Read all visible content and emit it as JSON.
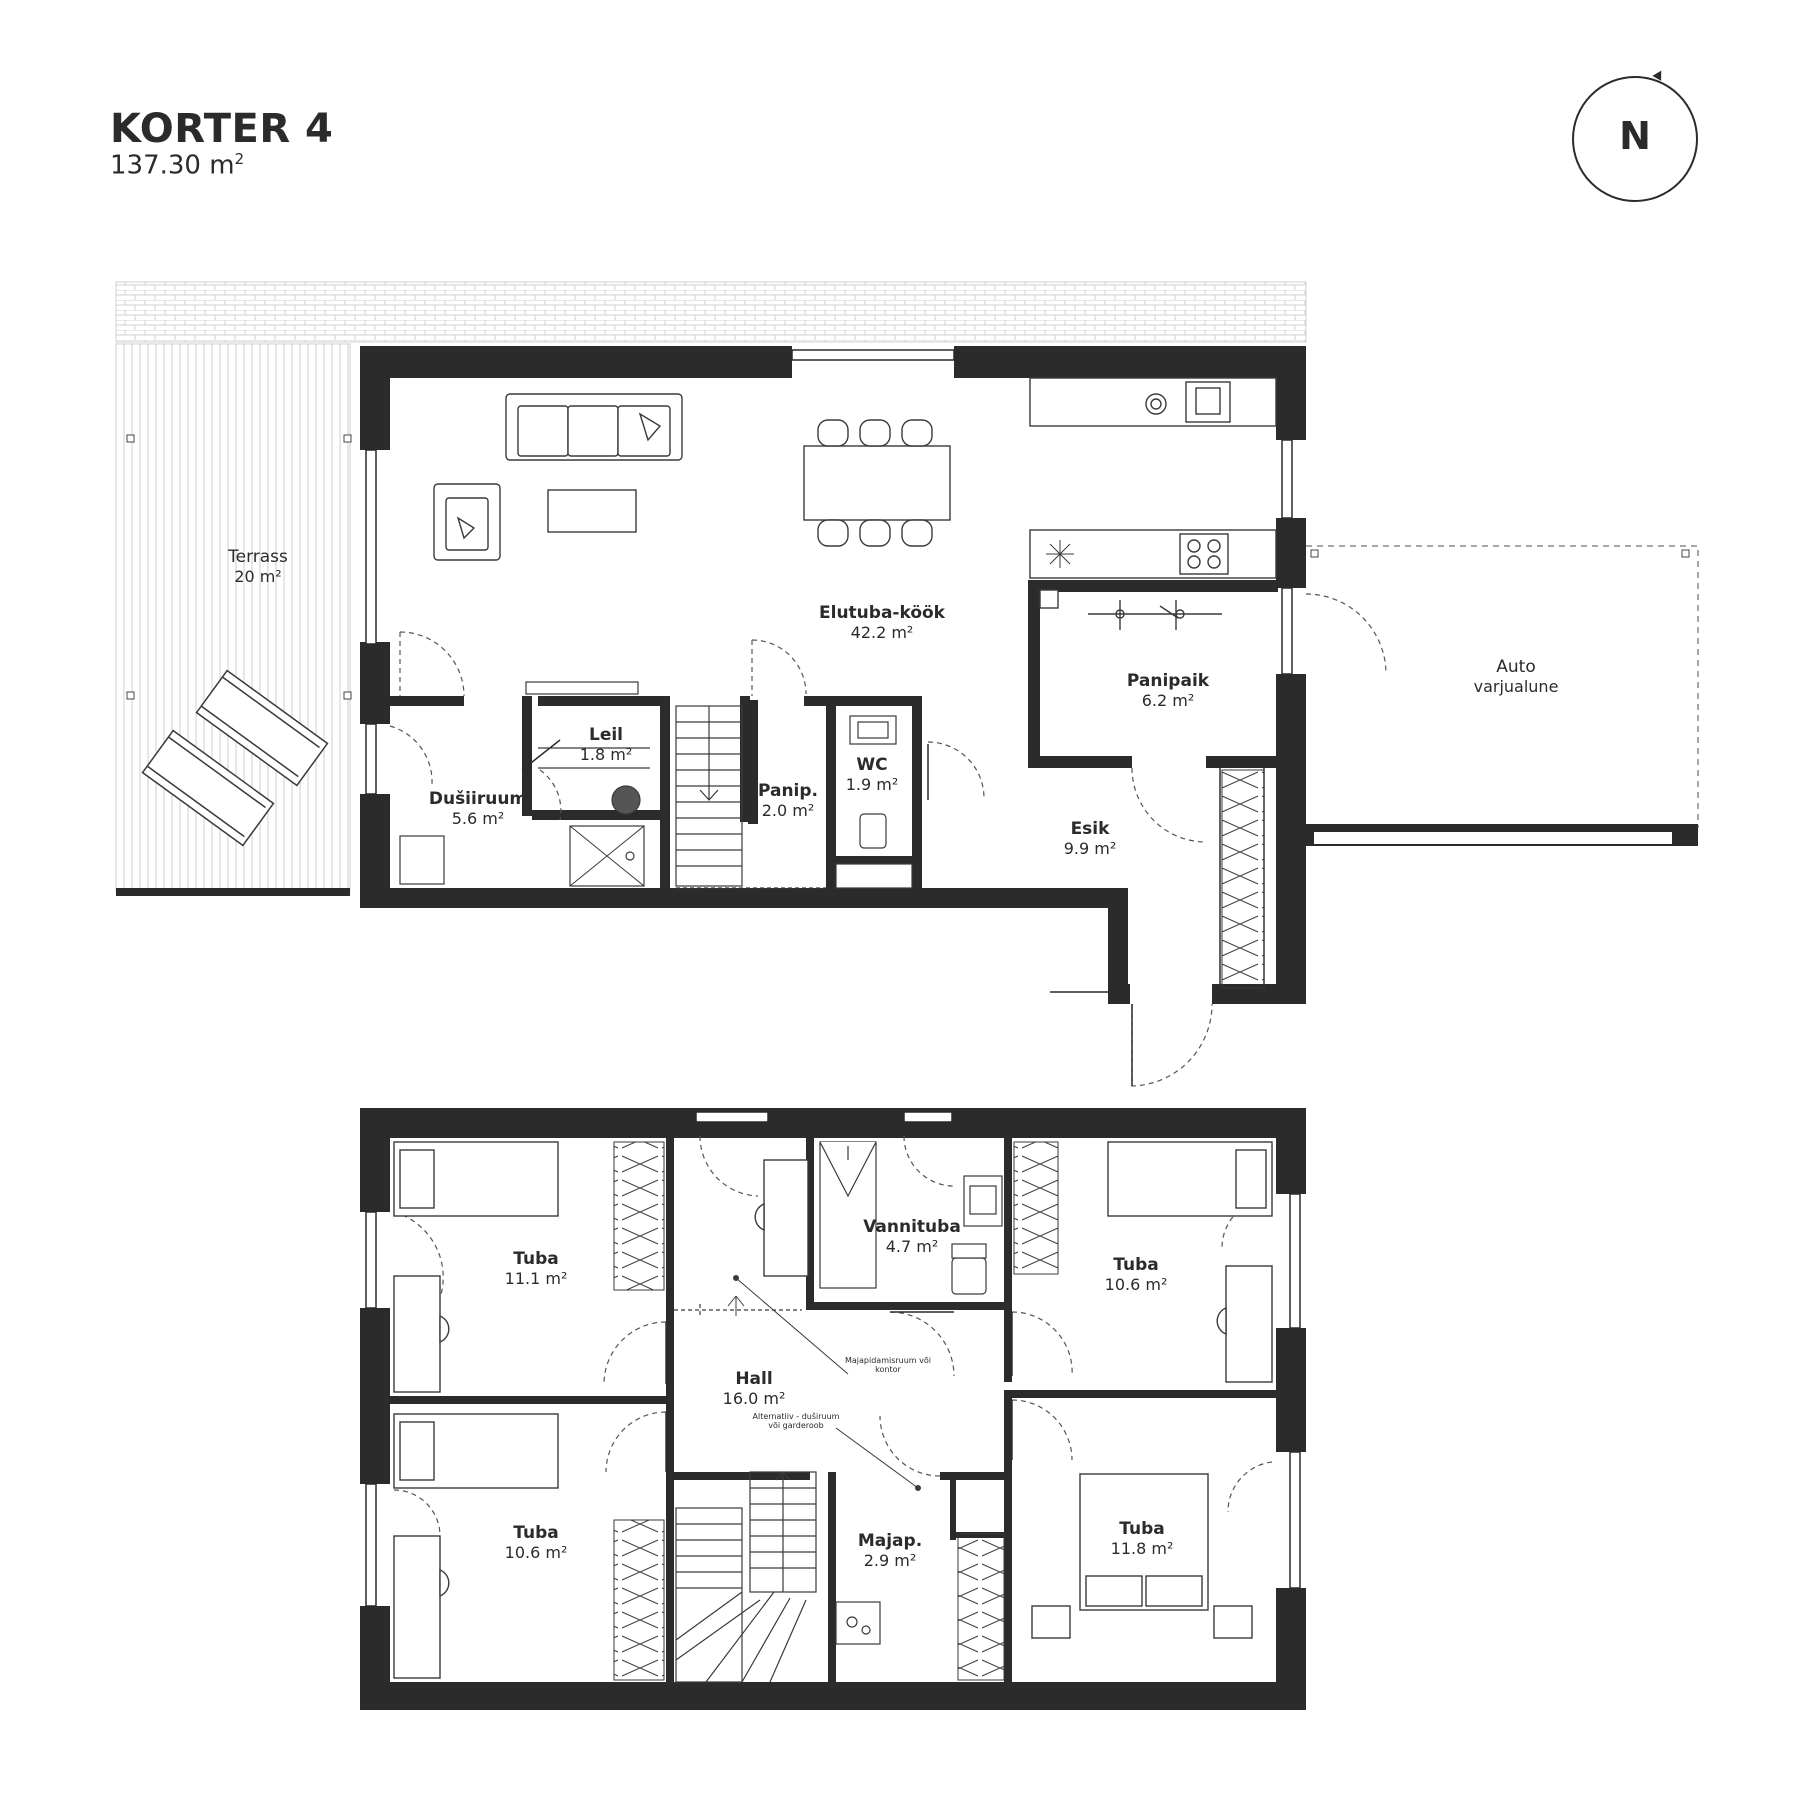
{
  "header": {
    "title": "KORTER 4",
    "area_value": "137.30 m",
    "area_sup": "2"
  },
  "compass": {
    "letter": "N"
  },
  "ground_floor": {
    "rooms": [
      {
        "name": "Terrass",
        "area": "20 m²",
        "bold": false
      },
      {
        "name": "Elutuba-köök",
        "area": "42.2 m²",
        "bold": true
      },
      {
        "name": "Panipaik",
        "area": "6.2 m²",
        "bold": true
      },
      {
        "name": "Auto",
        "area": "varjualune",
        "bold": false
      },
      {
        "name": "Leil",
        "area": "1.8 m²",
        "bold": true
      },
      {
        "name": "Dušiiruum",
        "area": "5.6 m²",
        "bold": true
      },
      {
        "name": "Panip.",
        "area": "2.0 m²",
        "bold": true
      },
      {
        "name": "WC",
        "area": "1.9 m²",
        "bold": true
      },
      {
        "name": "Esik",
        "area": "9.9 m²",
        "bold": true
      }
    ]
  },
  "upper_floor": {
    "rooms": [
      {
        "name": "Tuba",
        "area": "11.1 m²"
      },
      {
        "name": "Vannituba",
        "area": "4.7 m²"
      },
      {
        "name": "Tuba",
        "area": "10.6 m²"
      },
      {
        "name": "Hall",
        "area": "16.0 m²"
      },
      {
        "name": "Tuba",
        "area": "10.6 m²"
      },
      {
        "name": "Majap.",
        "area": "2.9 m²"
      },
      {
        "name": "Tuba",
        "area": "11.8 m²"
      }
    ],
    "notes": {
      "utility": "Majapidamisruum või kontor",
      "alternative": "Alternatiiv - duširuum või garderoob"
    }
  },
  "colors": {
    "wall": "#2b2b2b",
    "line": "#3a3a3a",
    "hatch": "#c8c8c8"
  }
}
